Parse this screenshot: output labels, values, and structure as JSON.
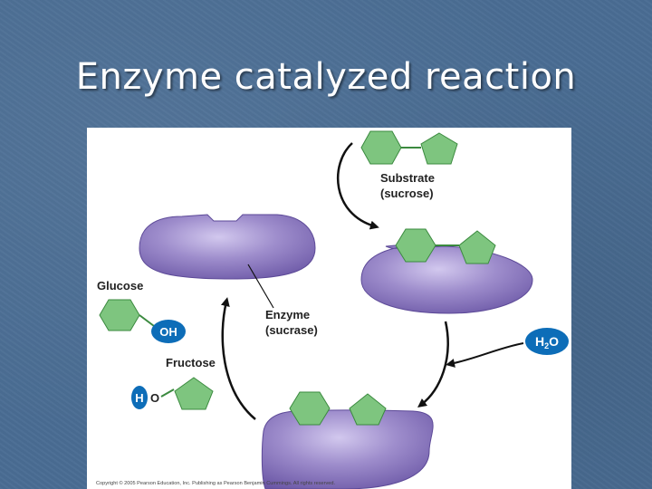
{
  "slide": {
    "title": "Enzyme catalyzed reaction"
  },
  "diagram": {
    "substrate_label": "Substrate",
    "substrate_sub": "(sucrose)",
    "enzyme_label": "Enzyme",
    "enzyme_sub": "(sucrase)",
    "glucose_label": "Glucose",
    "fructose_label": "Fructose",
    "oh_label": "OH",
    "h_label": "H",
    "o_label": "O",
    "water_label": "H",
    "water_sub": "2",
    "water_o": "O",
    "copyright": "Copyright © 2005 Pearson Education, Inc. Publishing as Pearson Benjamin Cummings. All rights reserved."
  },
  "colors": {
    "background": "#4a6d93",
    "enzyme_purple": "#8c79c0",
    "sugar_green": "#7ec57f",
    "badge_blue": "#0d6db8"
  }
}
